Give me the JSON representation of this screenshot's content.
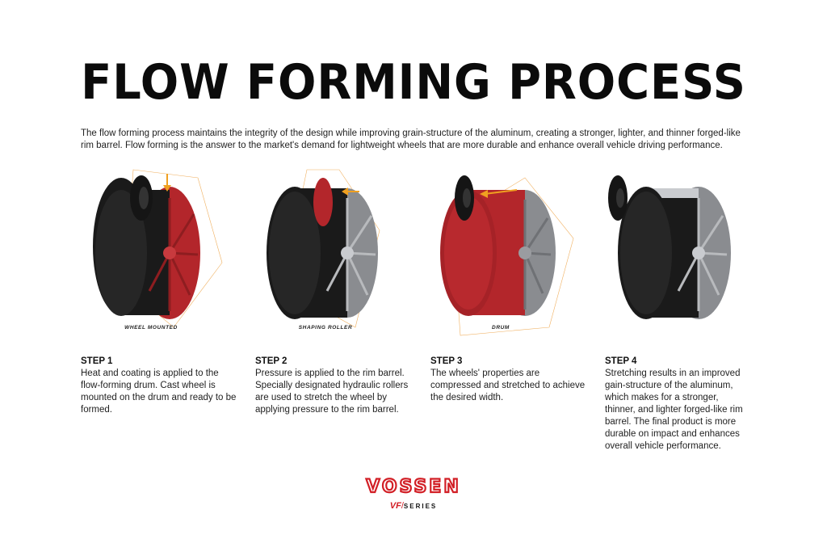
{
  "title": "FLOW FORMING PROCESS",
  "intro": "The flow forming process maintains the integrity of the design while improving grain-structure of the aluminum, creating a stronger, lighter, and thinner forged-like rim barrel. Flow forming is the answer to the market's demand for lightweight wheels that are more durable and enhance overall vehicle driving performance.",
  "figures": [
    {
      "caption": "WHEEL MOUNTED"
    },
    {
      "caption": "SHAPING ROLLER"
    },
    {
      "caption": "DRUM"
    }
  ],
  "steps": [
    {
      "title": "STEP 1",
      "text": "Heat and coating is applied to the flow-forming drum. Cast wheel is mounted on the drum and ready to be formed."
    },
    {
      "title": "STEP 2",
      "text": "Pressure is applied to the rim barrel. Specially designated hydraulic rollers are used to stretch the wheel by applying pressure to the rim barrel."
    },
    {
      "title": "STEP 3",
      "text": "The wheels' properties are compressed and stretched to achieve the desired width."
    },
    {
      "title": "STEP 4",
      "text": "Stretching results in an improved gain-structure of the aluminum, which makes for a stronger, thinner, and lighter forged-like rim barrel. The final product is more durable on impact and enhances overall vehicle performance."
    }
  ],
  "brand": {
    "logo": "VOSSEN",
    "sub_vf": "VF",
    "sub_slash": "/",
    "sub_series": "SERIES"
  },
  "colors": {
    "accent_red": "#b3262b",
    "brand_red": "#d21f26",
    "arrow_orange": "#f0a020",
    "wheel_black": "#1a1a1a",
    "spoke_silver": "#9a9ca0"
  }
}
